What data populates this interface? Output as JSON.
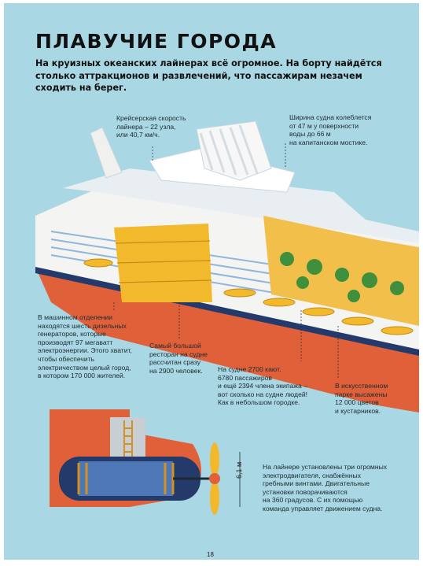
{
  "title": "ПЛАВУЧИЕ ГОРОДА",
  "lead": "На круизных океанских лайнерах всё огромное. На борту найдётся столько аттракционов и развлечений, что пассажирам незачем сходить на берег.",
  "notes": {
    "speed": "Крейсерская скорость\nлайнера – 22 узла,\nили 40,7 км/ч.",
    "width": "Ширина судна колеблется\nот 47 м у поверхности\nводы до 66 м\nна капитанском мостике.",
    "engine": "В машинном отделении\nнаходятся шесть дизельных\nгенераторов, которые\nпроизводят 97 мегаватт\nэлектроэнергии. Этого хватит,\nчтобы обеспечить\nэлектричеством целый город,\nв котором 170 000 жителей.",
    "restaurant": "Самый большой\nресторан на судне\nрассчитан сразу\nна 2900 человек.",
    "cabins": "На судне 2700 кают.\n6780 пассажиров\nи ещё 2394 члена экипажа –\nвот сколько на судне людей!\nКак в небольшом городке.",
    "park": "В искусственном\nпарке высажены\n12 000 цветов\nи кустарников.",
    "propellers": "На лайнере установлены три огромных\nэлектродвигателя, снабжённых\nгребными винтами. Двигательные\nустановки поворачиваются\nна 360 градусов. С их помощью\nкоманда управляет движением судна."
  },
  "dimension_label": "6,1 м",
  "page_number": "18",
  "colors": {
    "background": "#a9d7e3",
    "hull_red": "#e0603a",
    "hull_white": "#f4f4f2",
    "deck_yellow": "#f2b92c",
    "navy": "#243a6b",
    "window_blue": "#8fb6dc"
  }
}
